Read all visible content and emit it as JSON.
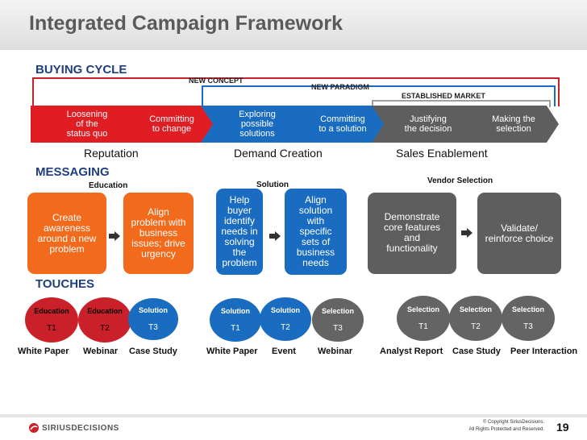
{
  "title": "Integrated Campaign Framework",
  "sections": {
    "buying_cycle": "BUYING CYCLE",
    "messaging": "MESSAGING",
    "touches": "TOUCHES"
  },
  "brackets": {
    "new_concept": "NEW CONCEPT",
    "new_paradigm": "NEW PARADIGM",
    "established_market": "ESTABLISHED MARKET"
  },
  "buying_cycle": [
    {
      "label": "Loosening of the status quo",
      "lines": [
        "Loosening",
        "of the",
        "status quo"
      ],
      "color": "#e01d22"
    },
    {
      "label": "Committing to change",
      "lines": [
        "Committing",
        "to change"
      ],
      "color": "#e01d22"
    },
    {
      "label": "Exploring possible solutions",
      "lines": [
        "Exploring",
        "possible",
        "solutions"
      ],
      "color": "#1a6cc0"
    },
    {
      "label": "Committing to a solution",
      "lines": [
        "Committing",
        "to a solution"
      ],
      "color": "#1a6cc0"
    },
    {
      "label": "Justifying the decision",
      "lines": [
        "Justifying",
        "the decision"
      ],
      "color": "#5e5e5e"
    },
    {
      "label": "Making the selection",
      "lines": [
        "Making the",
        "selection"
      ],
      "color": "#5e5e5e"
    }
  ],
  "pillars": [
    "Reputation",
    "Demand Creation",
    "Sales Enablement"
  ],
  "stage_labels": {
    "education": "Education",
    "solution": "Solution",
    "vendor_selection": "Vendor Selection"
  },
  "messaging": [
    {
      "lines": [
        "Create",
        "awareness",
        "around a new",
        "problem"
      ],
      "color": "orange"
    },
    {
      "lines": [
        "Align",
        "problem with",
        "business",
        "issues; drive",
        "urgency"
      ],
      "color": "orange"
    },
    {
      "lines": [
        "Help",
        "buyer",
        "identify",
        "needs in",
        "solving",
        "the",
        "problem"
      ],
      "color": "blue"
    },
    {
      "lines": [
        "Align",
        "solution",
        "with",
        "specific",
        "sets of",
        "business",
        "needs"
      ],
      "color": "blue"
    },
    {
      "lines": [
        "Demonstrate",
        "core features",
        "and",
        "functionality"
      ],
      "color": "gray"
    },
    {
      "lines": [
        "Validate/",
        "reinforce choice"
      ],
      "color": "gray"
    }
  ],
  "touches": [
    {
      "stage": "Education",
      "tier": "T1",
      "label": "White Paper",
      "color": "red"
    },
    {
      "stage": "Education",
      "tier": "T2",
      "label": "Webinar",
      "color": "red"
    },
    {
      "stage": "Solution",
      "tier": "T3",
      "label": "Case Study",
      "color": "blue"
    },
    {
      "stage": "Solution",
      "tier": "T1",
      "label": "White Paper",
      "color": "blue"
    },
    {
      "stage": "Solution",
      "tier": "T2",
      "label": "Event",
      "color": "blue"
    },
    {
      "stage": "Selection",
      "tier": "T3",
      "label": "Webinar",
      "color": "gray"
    },
    {
      "stage": "Selection",
      "tier": "T1",
      "label": "Analyst Report",
      "color": "gray"
    },
    {
      "stage": "Selection",
      "tier": "T2",
      "label": "Case Study",
      "color": "gray"
    },
    {
      "stage": "Selection",
      "tier": "T3",
      "label": "Peer Interaction",
      "color": "gray"
    }
  ],
  "footer": {
    "logo_text": "SIRIUSDECISIONS",
    "copyright_line1": "© Copyright SiriusDecisions.",
    "copyright_line2": "All Rights Protected and Reserved.",
    "page_number": "19"
  }
}
